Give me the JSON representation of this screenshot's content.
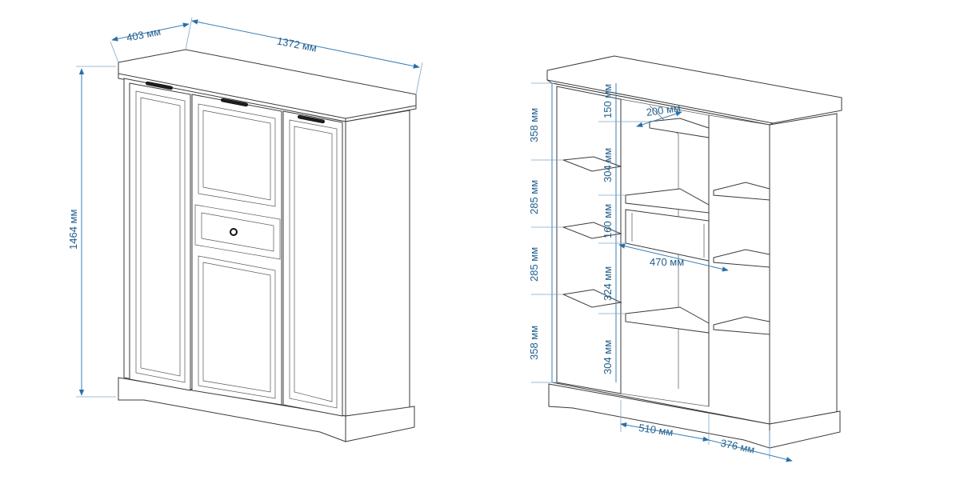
{
  "front": {
    "width_label": "1372 мм",
    "depth_label": "403 мм",
    "height_label": "1464 мм"
  },
  "open": {
    "left_col": [
      "358 мм",
      "285 мм",
      "285 мм",
      "358 мм"
    ],
    "middle_col": [
      "150 мм",
      "304 мм",
      "160 мм",
      "324 мм",
      "304 мм"
    ],
    "inner_depth_label": "200 мм",
    "drawer_width_label": "470 мм",
    "middle_width_label": "510 мм",
    "side_width_label": "376 мм"
  },
  "colors": {
    "dimension": "#1f5e8c",
    "outline": "#3a3a3a"
  }
}
